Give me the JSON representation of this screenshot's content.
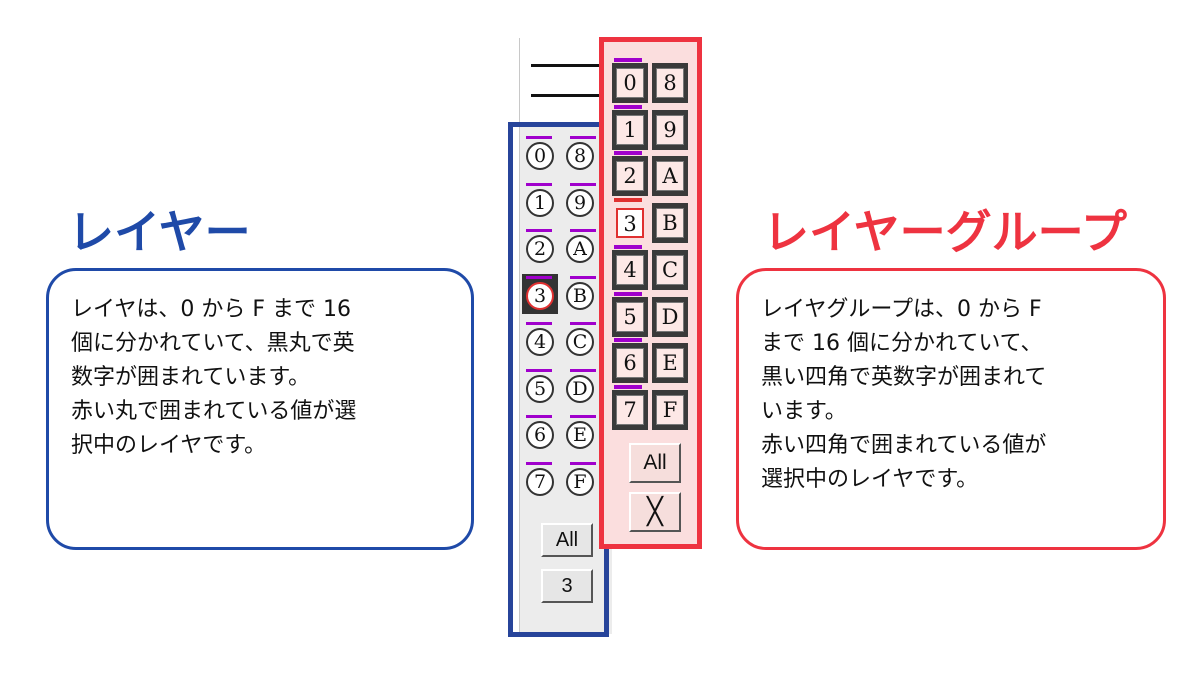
{
  "layer_section": {
    "title": "レイヤー",
    "description": [
      "レイヤは、0 から F まで 16",
      "個に分かれていて、黒丸で英",
      "数字が囲まれています。",
      "赤い丸で囲まれている値が選",
      "択中のレイヤです。"
    ]
  },
  "group_section": {
    "title": "レイヤーグループ",
    "description": [
      "レイヤグループは、0 から F",
      "まで 16 個に分かれていて、",
      "黒い四角で英数字が囲まれて",
      "います。",
      "赤い四角で囲まれている値が",
      "選択中のレイヤです。"
    ]
  },
  "layer_panel": {
    "buttons": [
      "0",
      "1",
      "2",
      "3",
      "4",
      "5",
      "6",
      "7",
      "8",
      "9",
      "A",
      "B",
      "C",
      "D",
      "E",
      "F"
    ],
    "selected": "3",
    "all_label": "All",
    "current_label": "3"
  },
  "group_panel": {
    "buttons": [
      "0",
      "1",
      "2",
      "3",
      "4",
      "5",
      "6",
      "7",
      "8",
      "9",
      "A",
      "B",
      "C",
      "D",
      "E",
      "F"
    ],
    "selected": "3",
    "all_label": "All",
    "close_label": "╳"
  },
  "colors": {
    "layer_accent": "#1f4aa8",
    "group_accent": "#ee3340",
    "active_bar": "#a000cc",
    "selected_ring": "#e03030"
  }
}
